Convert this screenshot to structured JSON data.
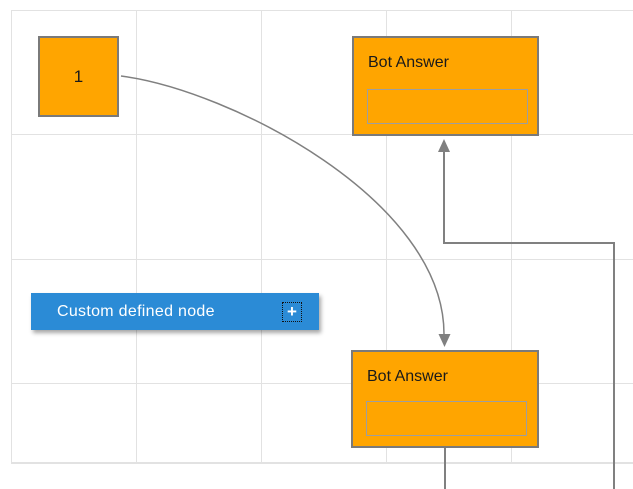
{
  "theme": {
    "canvas_bg": "#ffffff",
    "grid_color": "#e2e2e2",
    "node_orange": "#ffa500",
    "node_border": "#7a7a7a",
    "inner_box_border": "#9e9e9e",
    "node_text": "#1a1a1a",
    "blue_node_bg": "#2b8bd6",
    "blue_node_text": "#ffffff",
    "connector_color": "#808080"
  },
  "nodes": {
    "start": {
      "label": "1"
    },
    "bot_answer_top": {
      "label": "Bot Answer",
      "input_value": ""
    },
    "bot_answer_bottom": {
      "label": "Bot Answer",
      "input_value": ""
    },
    "custom": {
      "label": "Custom defined node",
      "add_button": "+"
    }
  }
}
